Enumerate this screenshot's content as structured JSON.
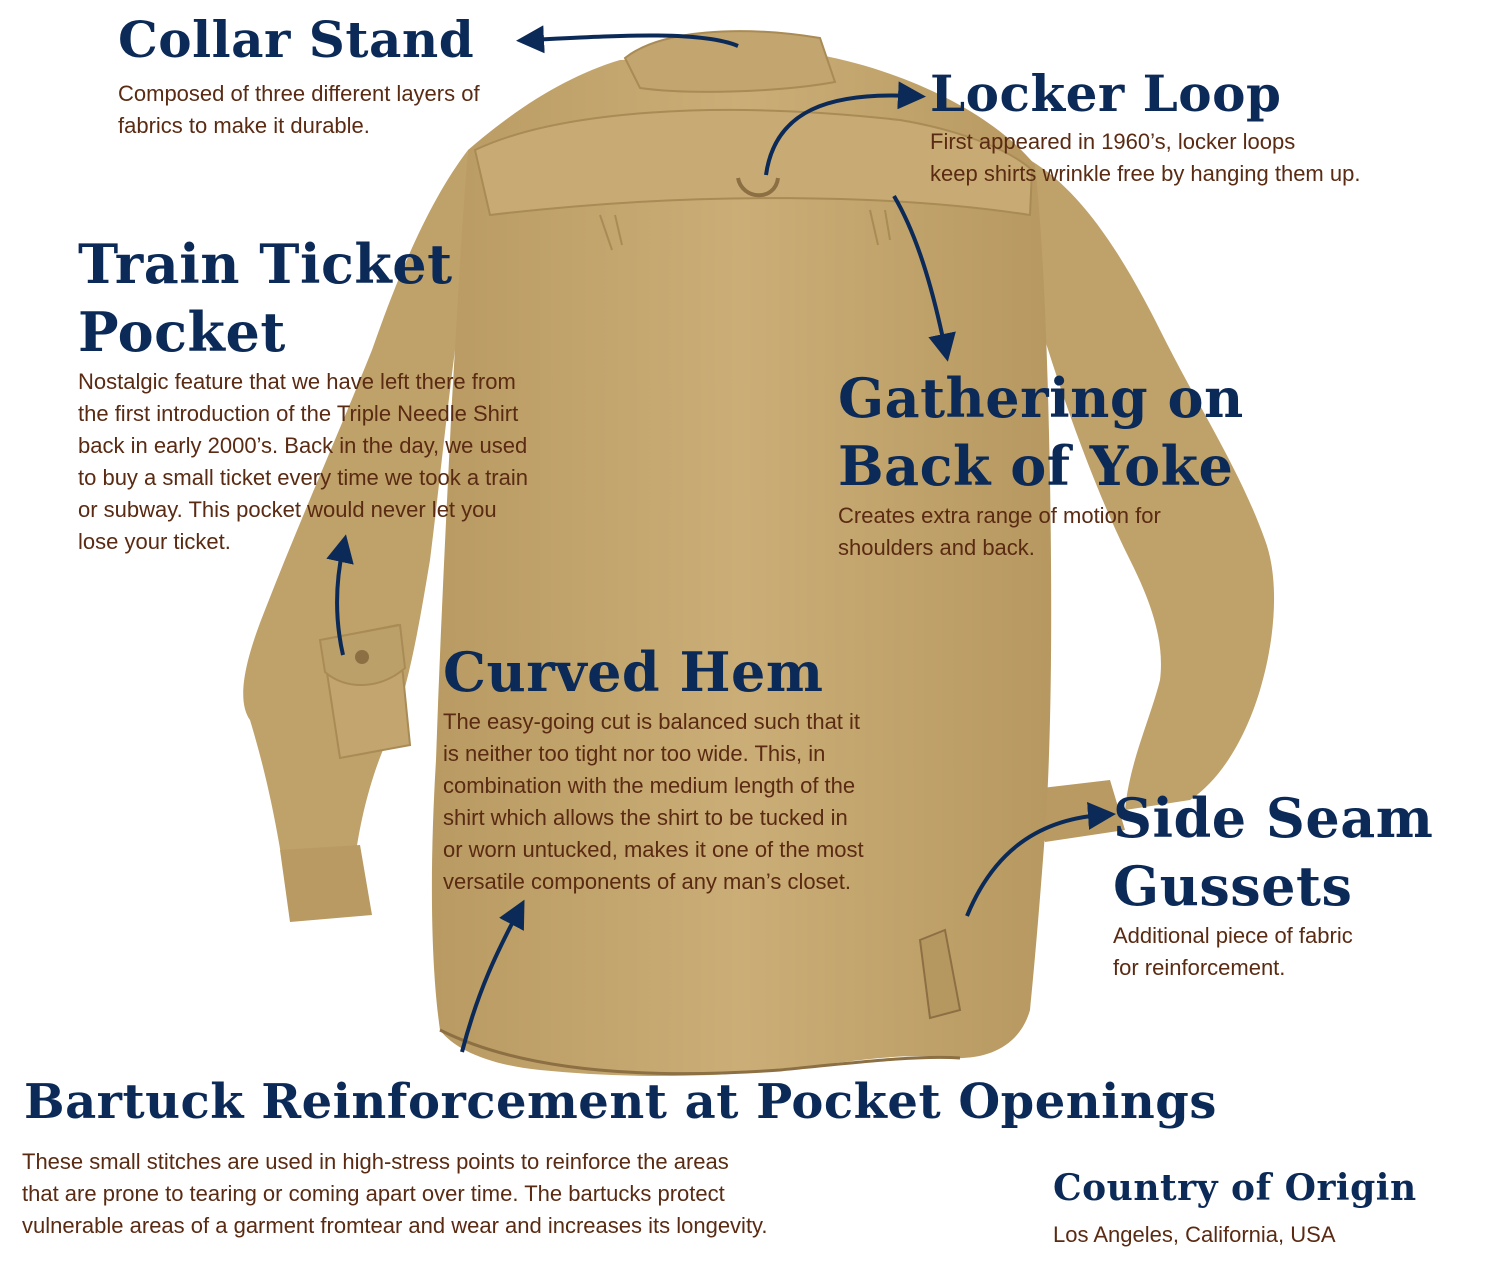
{
  "colors": {
    "title": "#0c2a57",
    "description": "#5a2a12",
    "arrow": "#0c2a57",
    "shirt_base": "#c7aa72",
    "shirt_shadow": "#a98b55",
    "shirt_inner": "#8c7043"
  },
  "image": {
    "subject": "khaki long-sleeve work shirt, back view"
  },
  "callouts": {
    "collar_stand": {
      "title": "Collar Stand",
      "lines": [
        "Composed of three different layers of",
        "fabrics to make it durable."
      ]
    },
    "locker_loop": {
      "title": "Locker Loop",
      "lines": [
        "First appeared in 1960’s, locker loops",
        "keep shirts wrinkle free by hanging them up."
      ]
    },
    "train_ticket_pocket": {
      "title_lines": [
        "Train Ticket",
        "Pocket"
      ],
      "lines": [
        "Nostalgic feature that we have left there from",
        "the first introduction of the Triple Needle Shirt",
        "back in early 2000’s. Back in the day, we used",
        "to buy a small ticket every time we took a train",
        "or subway. This pocket would never let you",
        "lose your ticket."
      ]
    },
    "gathering_back_yoke": {
      "title_lines": [
        "Gathering on",
        "Back of Yoke"
      ],
      "lines": [
        "Creates extra range of motion for",
        "shoulders and back."
      ]
    },
    "curved_hem": {
      "title": "Curved Hem",
      "lines": [
        "The easy-going cut is balanced such that it",
        "is neither too tight nor too wide. This, in",
        "combination with the medium length of the",
        "shirt which allows the shirt to be tucked in",
        "or worn untucked, makes it one of the most",
        "versatile components of any man’s closet."
      ]
    },
    "side_seam_gussets": {
      "title_lines": [
        "Side Seam",
        "Gussets"
      ],
      "lines": [
        "Additional piece of fabric",
        "for reinforcement."
      ]
    },
    "bartuck": {
      "title": "Bartuck Reinforcement at Pocket Openings",
      "lines": [
        "These small stitches are used in high-stress points to reinforce the areas",
        "that are prone to tearing or coming apart over time. The bartucks protect",
        "vulnerable areas of a garment fromtear and wear and increases its longevity."
      ]
    },
    "country_of_origin": {
      "title": "Country of Origin",
      "lines": [
        "Los Angeles, California, USA"
      ]
    }
  }
}
